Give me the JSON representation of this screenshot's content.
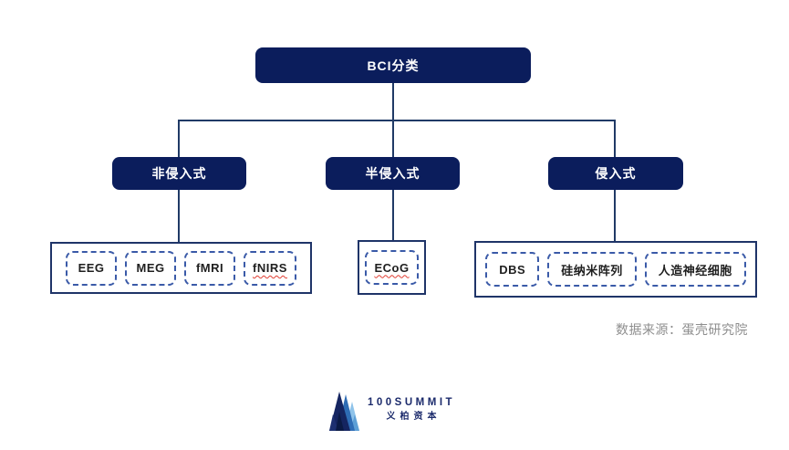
{
  "tree": {
    "root": {
      "label": "BCI分类"
    },
    "branches": [
      {
        "label": "非侵入式",
        "items": [
          {
            "label": "EEG"
          },
          {
            "label": "MEG"
          },
          {
            "label": "fMRI"
          },
          {
            "label": "fNIRS",
            "spellcheck_underline": true
          }
        ]
      },
      {
        "label": "半侵入式",
        "items": [
          {
            "label": "ECoG",
            "spellcheck_underline": true
          }
        ]
      },
      {
        "label": "侵入式",
        "items": [
          {
            "label": "DBS"
          },
          {
            "label": "硅纳米阵列"
          },
          {
            "label": "人造神经细胞"
          }
        ]
      }
    ]
  },
  "source_note": "数据来源：蛋壳研究院",
  "logo": {
    "name": "100SUMMIT",
    "subtitle": "义柏资本",
    "icon": "mountain-peaks-icon"
  },
  "colors": {
    "node_fill": "#0b1d5c",
    "node_text": "#ffffff",
    "container_border": "#1f3468",
    "dashed_border": "#3a5aa8",
    "connector_line": "#203a66",
    "source_text": "#8e8e8e",
    "spellcheck_underline": "#e03c31",
    "logo_navy": "#152561",
    "logo_blue": "#2e6cb5",
    "logo_light_blue": "#8fc3ea"
  }
}
